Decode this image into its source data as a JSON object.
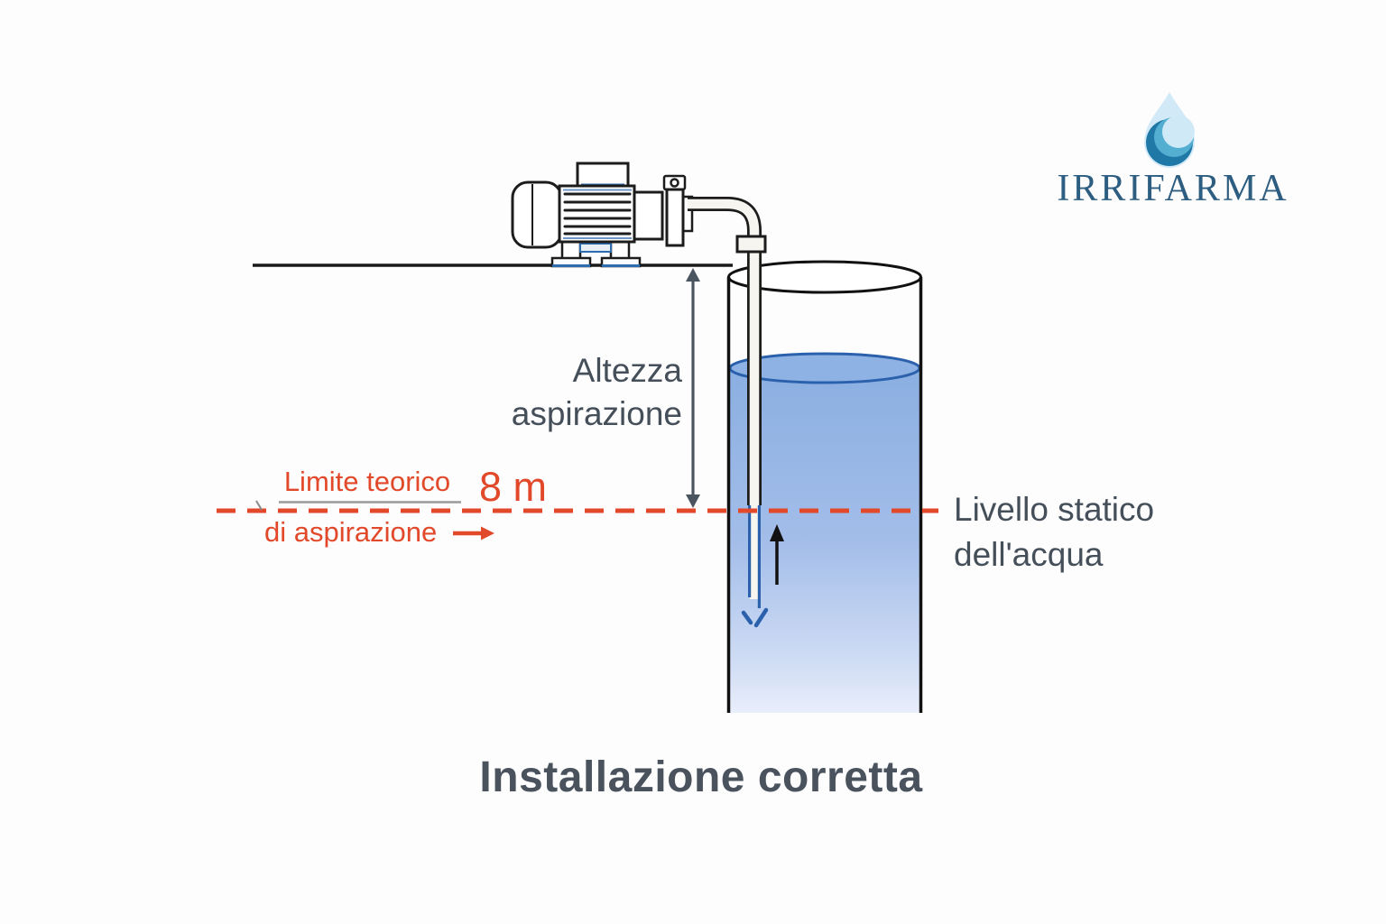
{
  "title": "Installazione corretta",
  "logo": {
    "brand": "IRRIFARMA",
    "icon": "water-drop"
  },
  "diagram": {
    "suction_height_label": {
      "line1": "Altezza",
      "line2": "aspirazione"
    },
    "theoretical_limit": {
      "name_line1": "Limite teorico",
      "name_line2": "di aspirazione",
      "value": "8 m"
    },
    "static_water_level": {
      "line1": "Livello statico",
      "line2": "dell'acqua"
    }
  },
  "colors": {
    "accent_red": "#e2492a",
    "text_dark": "#454f5a",
    "water_blue": "#8ab0e2",
    "water_outline": "#2b61ac",
    "line_black": "#1a1a1a",
    "brand_blue": "#2d5d80",
    "logo_light_blue": "#cfe9f7",
    "logo_dark_blue": "#1f78a6"
  }
}
